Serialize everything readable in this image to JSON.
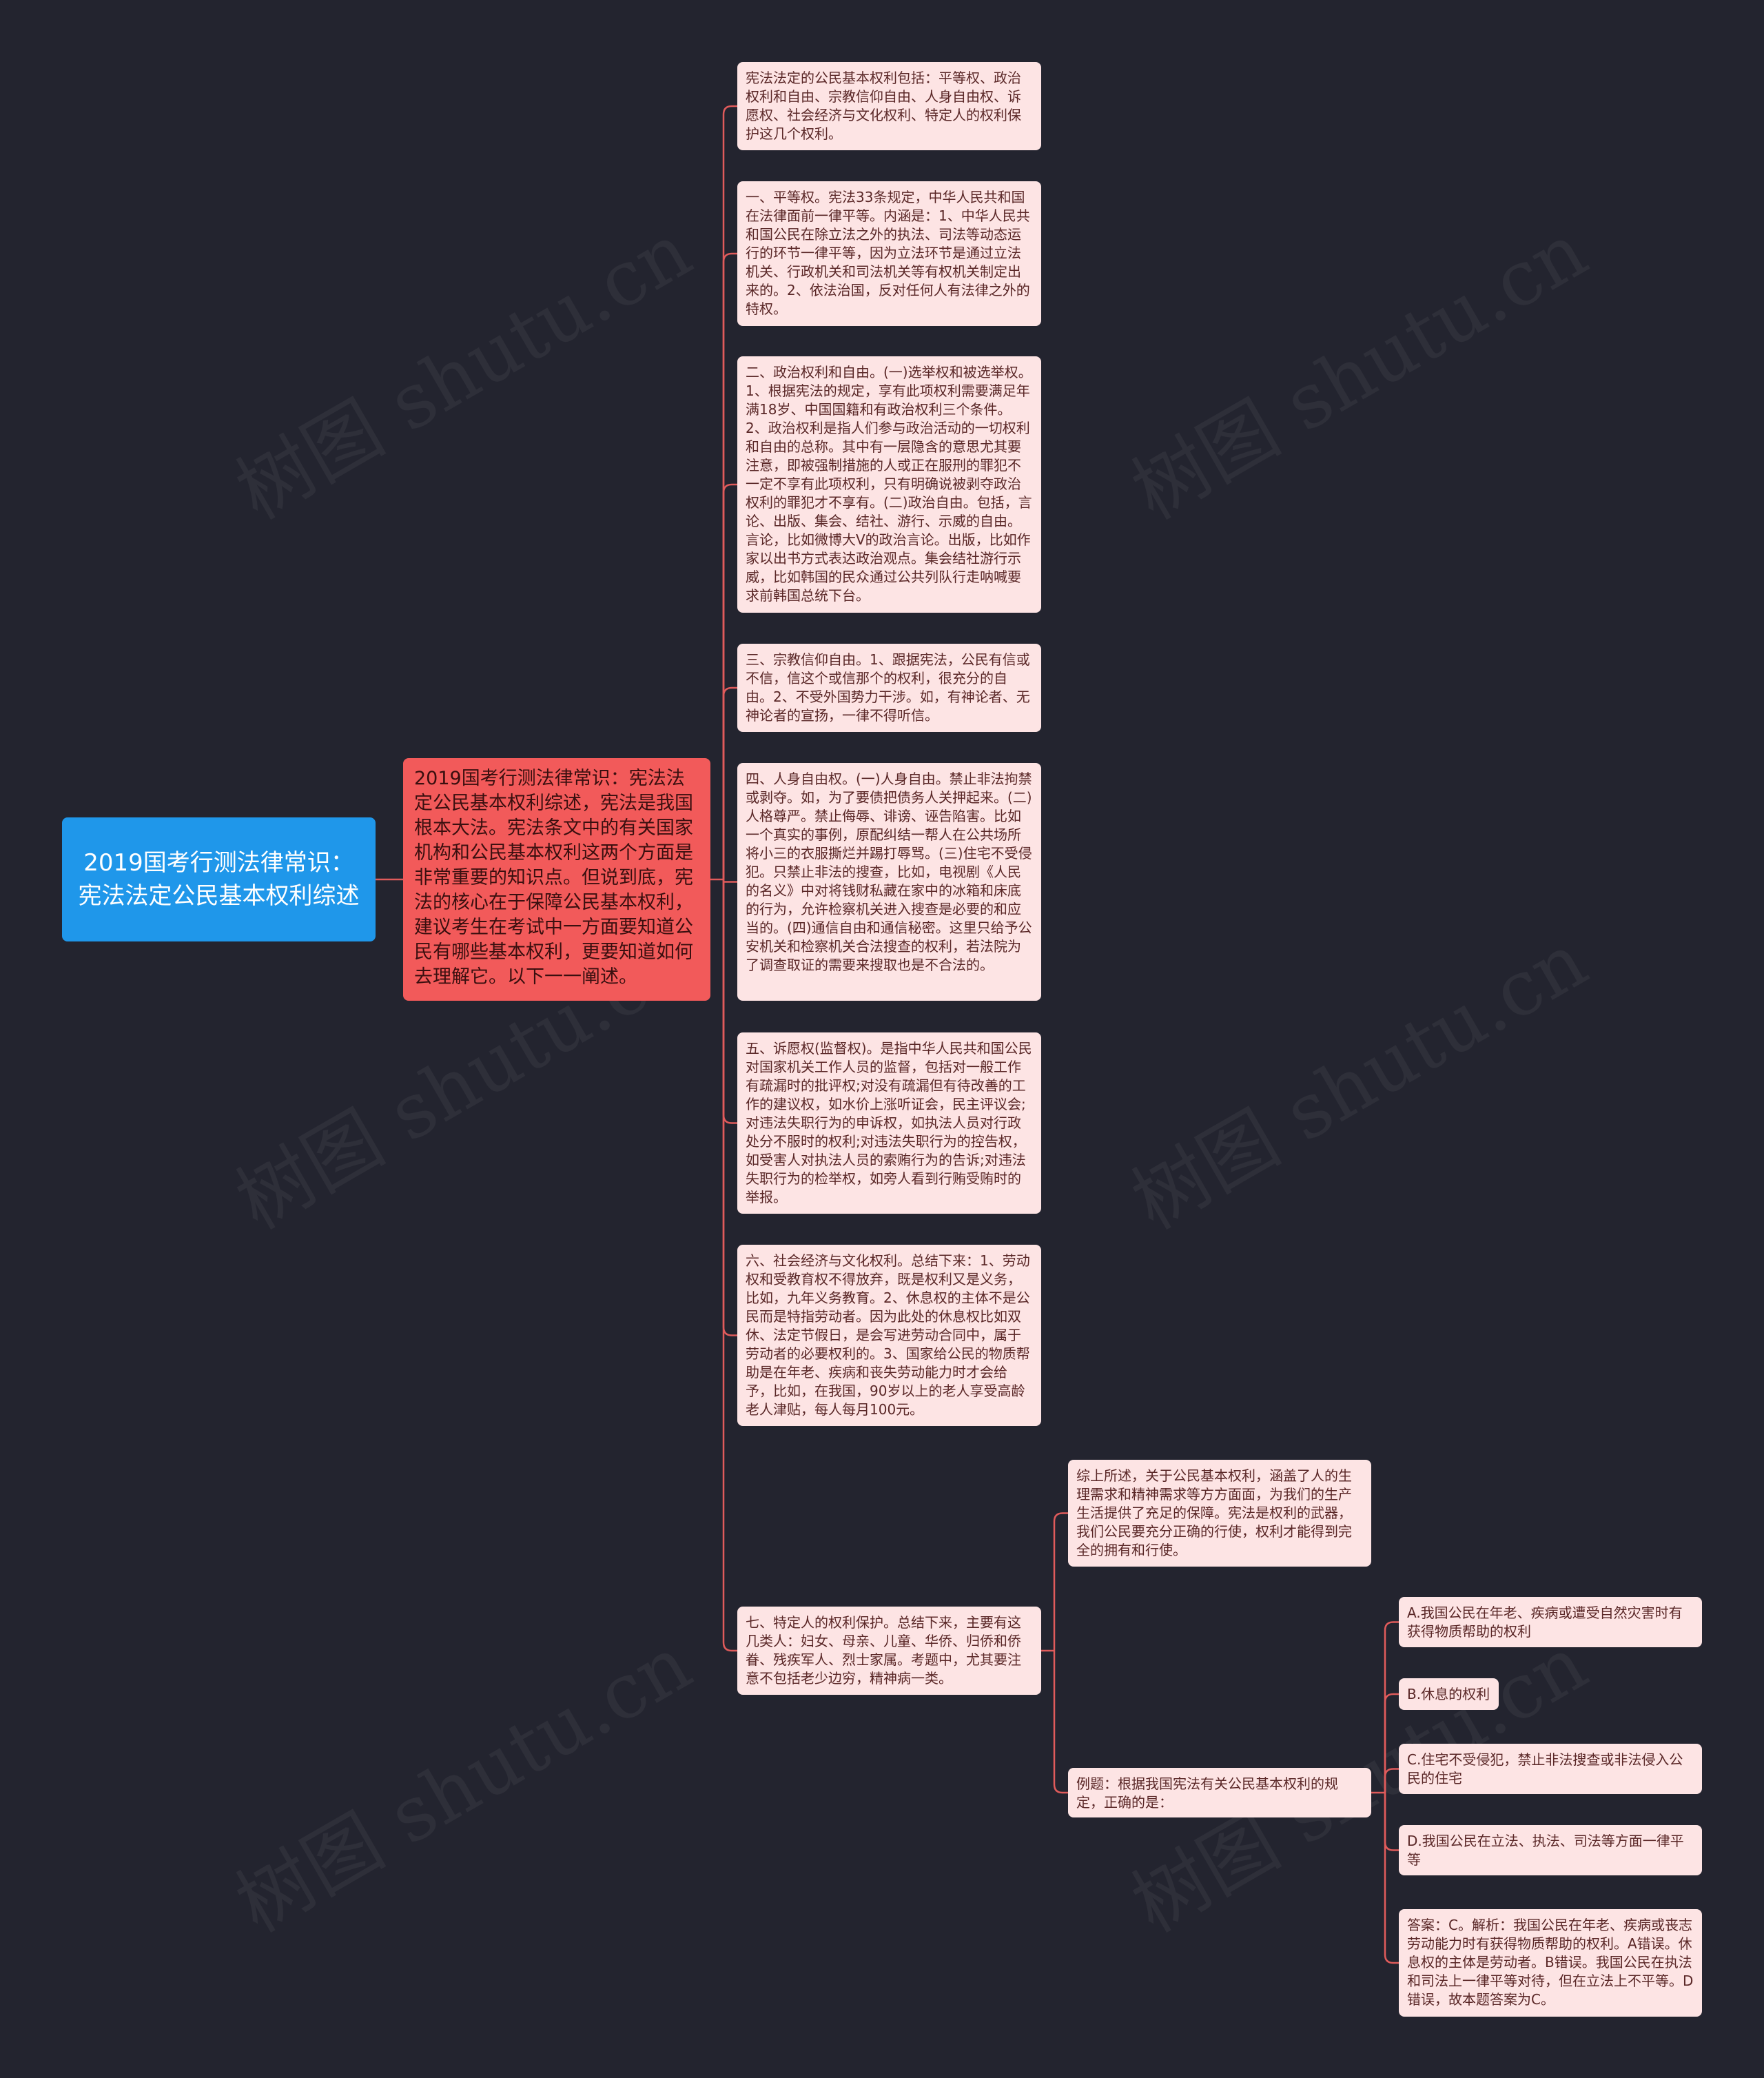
{
  "colors": {
    "background": "#23242f",
    "root": "#1f97ea",
    "mid": "#f25a5a",
    "leaf": "#fde4e4",
    "line": "#e05b5b"
  },
  "watermark": "树图 shutu.cn",
  "root": {
    "text": "2019国考行测法律常识：宪法法定公民基本权利综述"
  },
  "summary": {
    "text": "2019国考行测法律常识：宪法法定公民基本权利综述，宪法是我国根本大法。宪法条文中的有关国家机构和公民基本权利这两个方面是非常重要的知识点。但说到底，宪法的核心在于保障公民基本权利，建议考生在考试中一方面要知道公民有哪些基本权利，更要知道如何去理解它。以下一一阐述。"
  },
  "topics": [
    {
      "text": "宪法法定的公民基本权利包括：平等权、政治权利和自由、宗教信仰自由、人身自由权、诉愿权、社会经济与文化权利、特定人的权利保护这几个权利。"
    },
    {
      "text": "一、平等权。宪法33条规定，中华人民共和国在法律面前一律平等。内涵是：1、中华人民共和国公民在除立法之外的执法、司法等动态运行的环节一律平等，因为立法环节是通过立法机关、行政机关和司法机关等有权机关制定出来的。2、依法治国，反对任何人有法律之外的特权。"
    },
    {
      "text": "二、政治权利和自由。(一)选举权和被选举权。1、根据宪法的规定，享有此项权利需要满足年满18岁、中国国籍和有政治权利三个条件。2、政治权利是指人们参与政治活动的一切权利和自由的总称。其中有一层隐含的意思尤其要注意，即被强制措施的人或正在服刑的罪犯不一定不享有此项权利，只有明确说被剥夺政治权利的罪犯才不享有。(二)政治自由。包括，言论、出版、集会、结社、游行、示威的自由。言论，比如微博大V的政治言论。出版，比如作家以出书方式表达政治观点。集会结社游行示威，比如韩国的民众通过公共列队行走呐喊要求前韩国总统下台。"
    },
    {
      "text": "三、宗教信仰自由。1、跟据宪法，公民有信或不信，信这个或信那个的权利，很充分的自由。2、不受外国势力干涉。如，有神论者、无神论者的宣扬，一律不得听信。"
    },
    {
      "text": "四、人身自由权。(一)人身自由。禁止非法拘禁或剥夺。如，为了要债把债务人关押起来。(二)人格尊严。禁止侮辱、诽谤、诬告陷害。比如一个真实的事例，原配纠结一帮人在公共场所将小三的衣服撕烂并踢打辱骂。(三)住宅不受侵犯。只禁止非法的搜查，比如，电视剧《人民的名义》中对将钱财私藏在家中的冰箱和床底的行为，允许检察机关进入搜查是必要的和应当的。(四)通信自由和通信秘密。这里只给予公安机关和检察机关合法搜查的权利，若法院为了调查取证的需要来搜取也是不合法的。"
    },
    {
      "text": "五、诉愿权(监督权)。是指中华人民共和国公民对国家机关工作人员的监督，包括对一般工作有疏漏时的批评权;对没有疏漏但有待改善的工作的建议权，如水价上涨听证会，民主评议会;对违法失职行为的申诉权，如执法人员对行政处分不服时的权利;对违法失职行为的控告权，如受害人对执法人员的索贿行为的告诉;对违法失职行为的检举权，如旁人看到行贿受贿时的举报。"
    },
    {
      "text": "六、社会经济与文化权利。总结下来：1、劳动权和受教育权不得放弃，既是权利又是义务，比如，九年义务教育。2、休息权的主体不是公民而是特指劳动者。因为此处的休息权比如双休、法定节假日，是会写进劳动合同中，属于劳动者的必要权利的。3、国家给公民的物质帮助是在年老、疾病和丧失劳动能力时才会给予，比如，在我国，90岁以上的老人享受高龄老人津贴，每人每月100元。"
    },
    {
      "text": "七、特定人的权利保护。总结下来，主要有这几类人：妇女、母亲、儿童、华侨、归侨和侨眷、残疾军人、烈士家属。考题中，尤其要注意不包括老少边穷，精神病一类。"
    }
  ],
  "sub": [
    {
      "text": "综上所述，关于公民基本权利，涵盖了人的生理需求和精神需求等方方面面，为我们的生产生活提供了充足的保障。宪法是权利的武器，我们公民要充分正确的行使，权利才能得到完全的拥有和行使。"
    },
    {
      "text": "例题：根据我国宪法有关公民基本权利的规定，正确的是："
    }
  ],
  "options": [
    {
      "text": "A.我国公民在年老、疾病或遭受自然灾害时有获得物质帮助的权利"
    },
    {
      "text": "B.休息的权利"
    },
    {
      "text": "C.住宅不受侵犯，禁止非法搜查或非法侵入公民的住宅"
    },
    {
      "text": "D.我国公民在立法、执法、司法等方面一律平等"
    },
    {
      "text": "答案：C。解析：我国公民在年老、疾病或丧志劳动能力时有获得物质帮助的权利。A错误。休息权的主体是劳动者。B错误。我国公民在执法和司法上一律平等对待，但在立法上不平等。D错误，故本题答案为C。"
    }
  ]
}
